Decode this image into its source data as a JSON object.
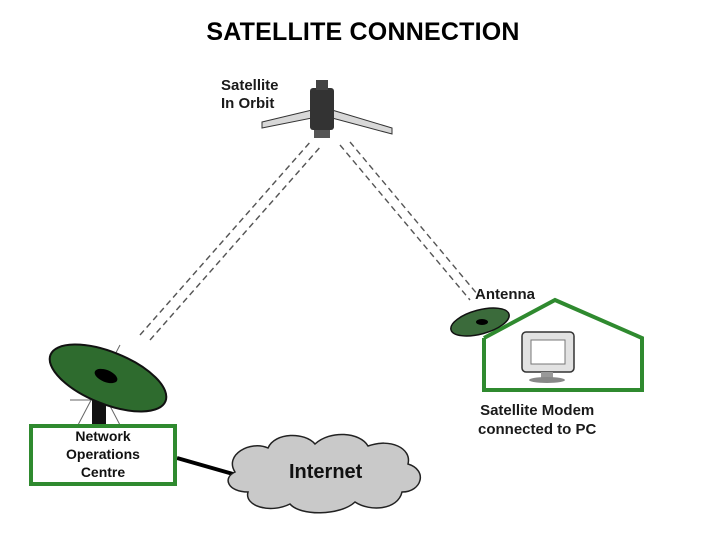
{
  "title": "SATELLITE CONNECTION",
  "satellite": {
    "line1": "Satellite",
    "line2": "In Orbit"
  },
  "antenna": {
    "label": "Antenna"
  },
  "modem": {
    "line1": "Satellite Modem",
    "line2": "connected to PC"
  },
  "noc": {
    "line1": "Network",
    "line2": "Operations",
    "line3": "Centre"
  },
  "internet": {
    "label": "Internet"
  },
  "colors": {
    "box_border": "#2f8a2f",
    "cloud_fill": "#c9c9c9",
    "dish_green": "#2e6b2e"
  }
}
